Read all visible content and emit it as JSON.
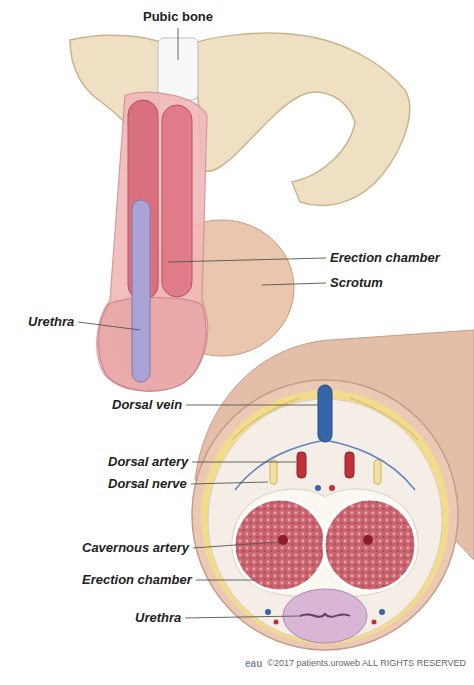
{
  "diagram": {
    "labels": [
      "Pubic bone",
      "Erection chamber",
      "Scrotum",
      "Urethra",
      "Dorsal vein",
      "Dorsal artery",
      "Dorsal nerve",
      "Cavernous artery",
      "Erection chamber",
      "Urethra",
      "eau",
      "©2017 patients.uroweb ALL RIGHTS RESERVED"
    ]
  }
}
